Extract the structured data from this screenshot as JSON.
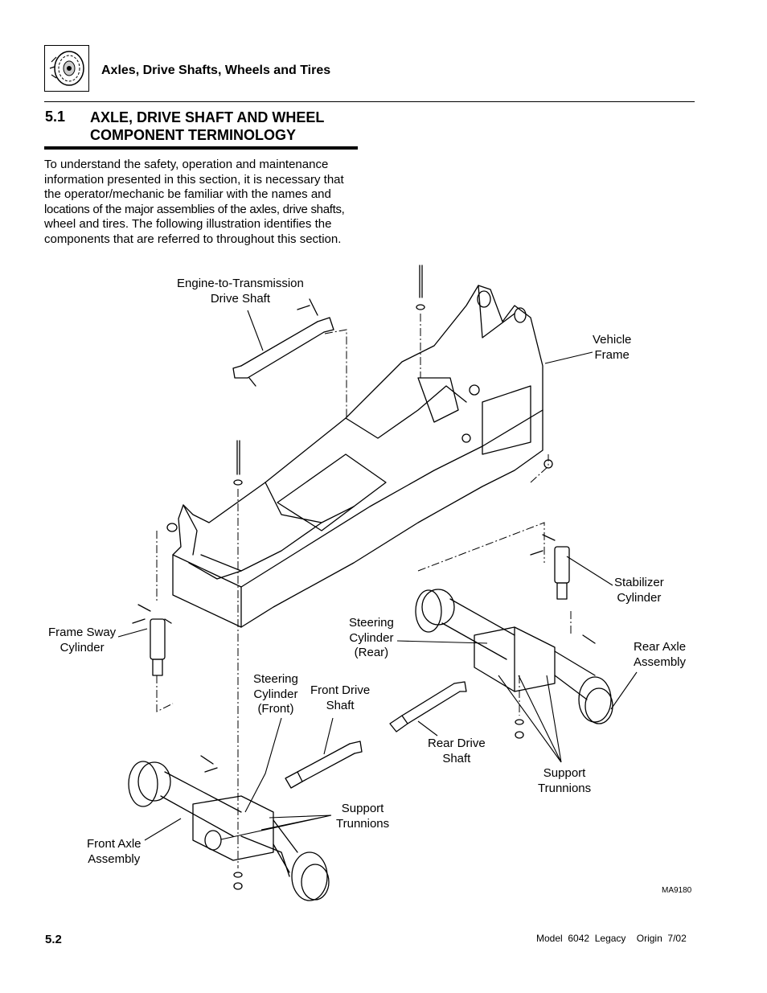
{
  "header": {
    "section_title": "Axles, Drive Shafts, Wheels and Tires",
    "icon": "wheel-tire-icon"
  },
  "section": {
    "number": "5.1",
    "title_line1": "AXLE, DRIVE SHAFT AND WHEEL",
    "title_line2": "COMPONENT TERMINOLOGY"
  },
  "intro": {
    "lines": [
      "To understand the safety, operation and maintenance",
      "information presented in this section, it is necessary that",
      "the operator/mechanic be familiar with the names and",
      "locations of the major assemblies of the axles, drive shafts,",
      "wheel and tires. The following illustration identifies the",
      "components that are referred to throughout this section."
    ]
  },
  "figure": {
    "id": "MA9180",
    "labels": {
      "engine_shaft": [
        "Engine-to-Transmission",
        "Drive Shaft"
      ],
      "vehicle_frame": [
        "Vehicle",
        "Frame"
      ],
      "stabilizer": [
        "Stabilizer",
        "Cylinder"
      ],
      "frame_sway": [
        "Frame Sway",
        "Cylinder"
      ],
      "steering_rear": [
        "Steering",
        "Cylinder",
        "(Rear)"
      ],
      "rear_axle": [
        "Rear Axle",
        "Assembly"
      ],
      "steering_front": [
        "Steering",
        "Cylinder",
        "(Front)"
      ],
      "front_drive": [
        "Front Drive",
        "Shaft"
      ],
      "rear_drive": [
        "Rear Drive",
        "Shaft"
      ],
      "support_trunnions_rear": [
        "Support",
        "Trunnions"
      ],
      "support_trunnions_front": [
        "Support",
        "Trunnions"
      ],
      "front_axle": [
        "Front Axle",
        "Assembly"
      ]
    }
  },
  "footer": {
    "page": "5.2",
    "model": "Model  6042  Legacy    Origin  7/02"
  }
}
